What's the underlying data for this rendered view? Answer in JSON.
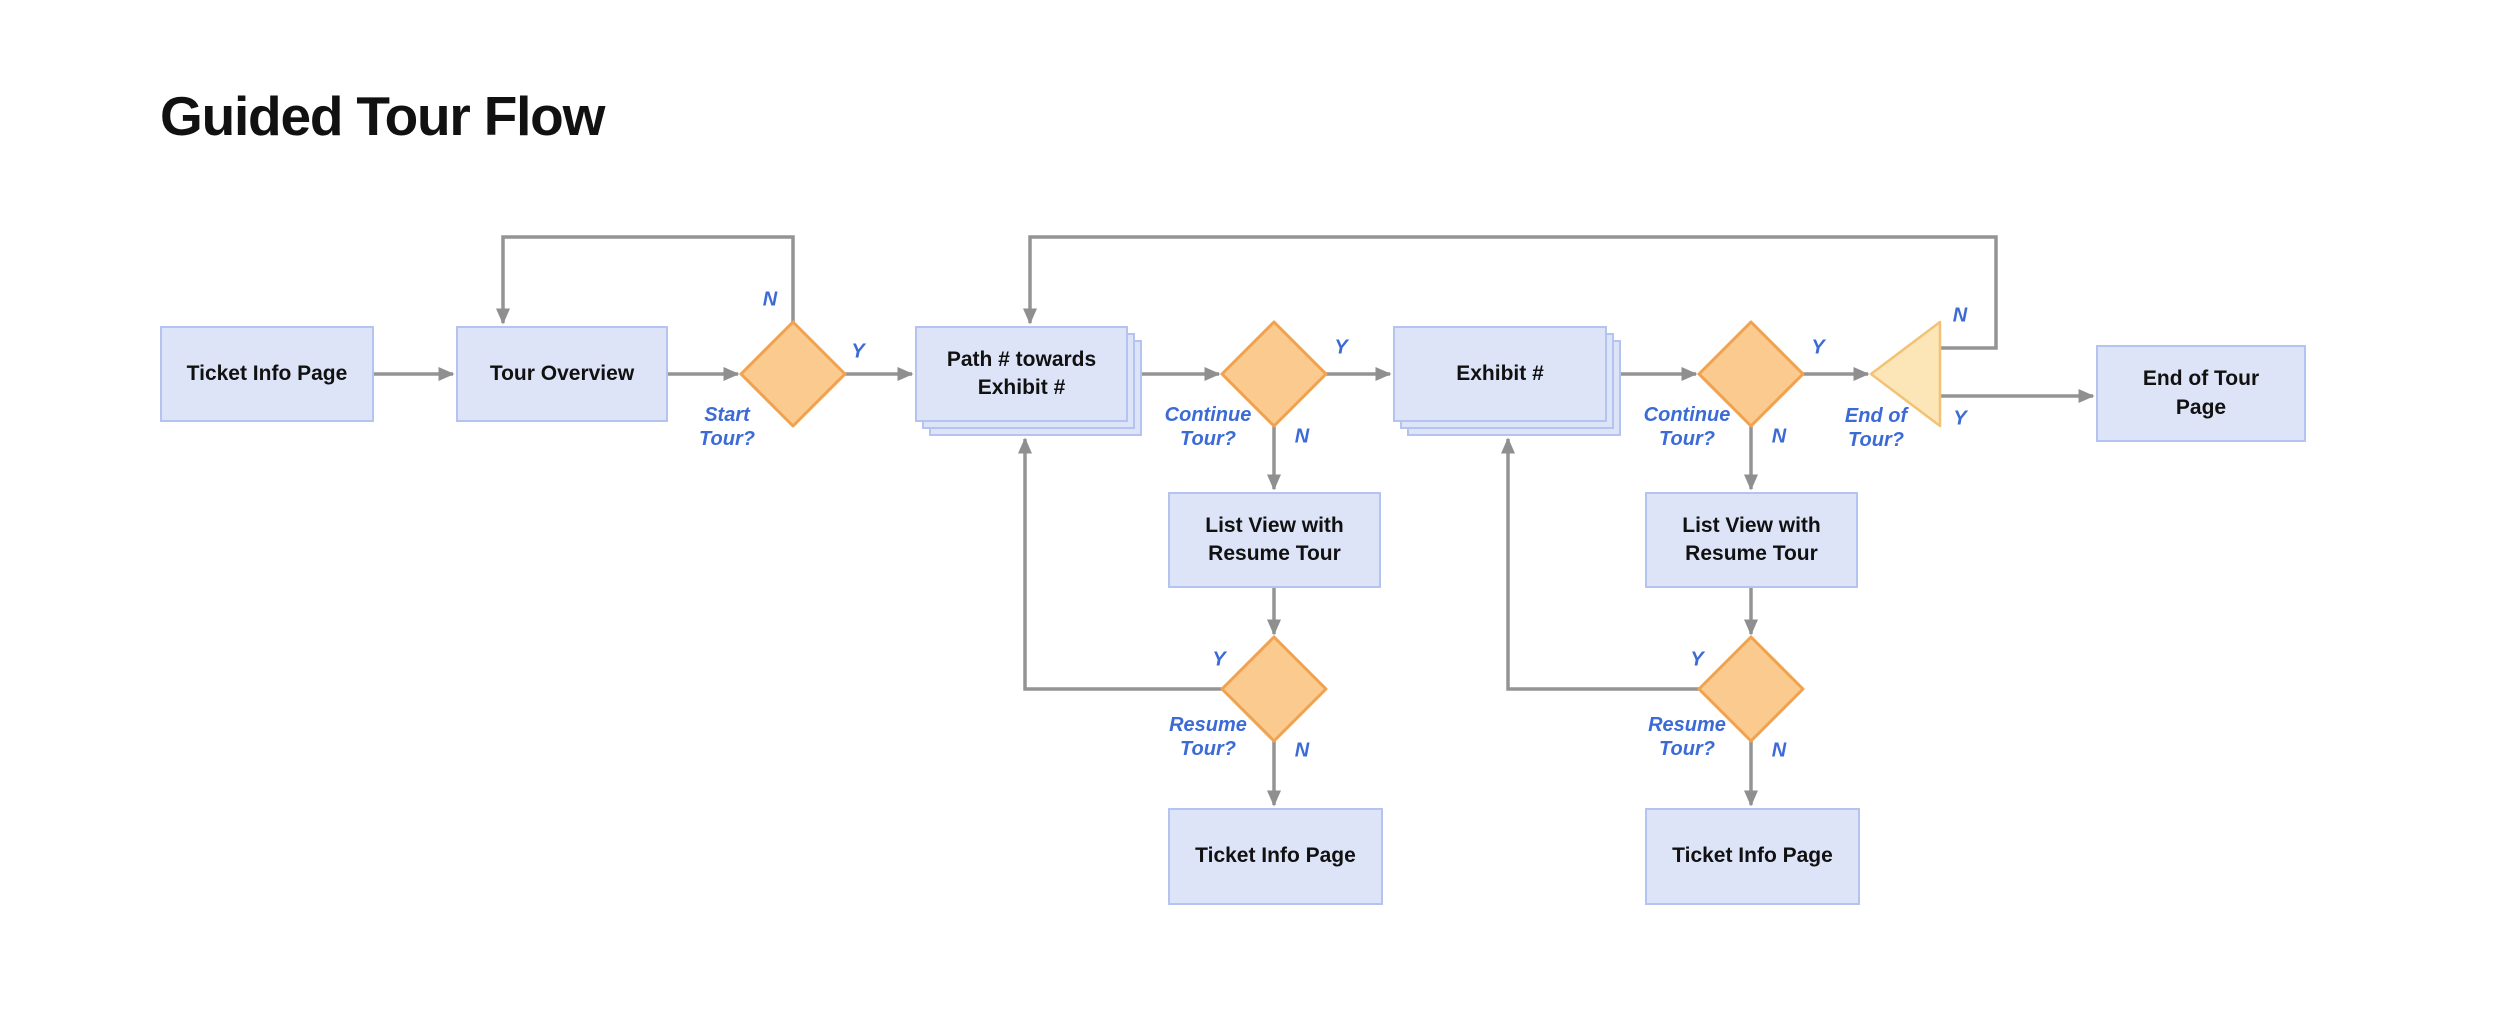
{
  "page": {
    "title": "Guided Tour Flow"
  },
  "colors": {
    "page_bg": "#ffffff",
    "title_text": "#111111",
    "node_fill": "#dee4f8",
    "node_border": "#b5c3f0",
    "node_text": "#111111",
    "decision_fill": "#fbca8e",
    "decision_border": "#f0a24f",
    "terminal_fill": "#fce5b6",
    "terminal_border": "#f2c377",
    "connector": "#949494",
    "branch_label_text": "#3c6bd6"
  },
  "nodes": {
    "ticket_info_start": {
      "label": "Ticket Info Page"
    },
    "tour_overview": {
      "label": "Tour Overview"
    },
    "path_to_exhibit": {
      "label": "Path # towards Exhibit #"
    },
    "exhibit": {
      "label": "Exhibit #"
    },
    "list_view_left": {
      "label": "List View with Resume Tour"
    },
    "list_view_right": {
      "label": "List View with Resume Tour"
    },
    "ticket_info_exit_left": {
      "label": "Ticket Info Page"
    },
    "ticket_info_exit_right": {
      "label": "Ticket Info Page"
    },
    "end_of_tour_page": {
      "label": "End of Tour Page"
    }
  },
  "decisions": {
    "start_tour": {
      "question": "Start Tour?",
      "yes": "Y",
      "no": "N"
    },
    "continue_tour_left": {
      "question": "Continue Tour?",
      "yes": "Y",
      "no": "N"
    },
    "continue_tour_right": {
      "question": "Continue Tour?",
      "yes": "Y",
      "no": "N"
    },
    "resume_tour_left": {
      "question": "Resume Tour?",
      "yes": "Y",
      "no": "N"
    },
    "resume_tour_right": {
      "question": "Resume Tour?",
      "yes": "Y",
      "no": "N"
    },
    "end_of_tour": {
      "question": "End of Tour?",
      "yes": "Y",
      "no": "N"
    }
  }
}
